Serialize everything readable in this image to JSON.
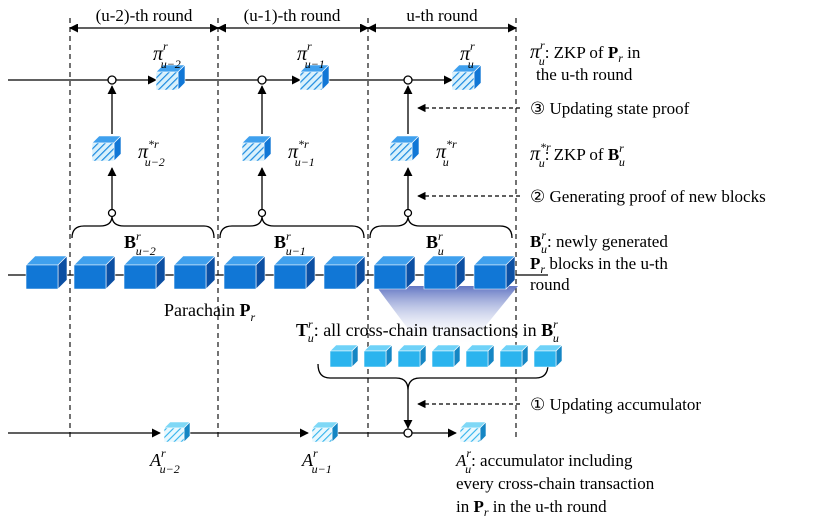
{
  "rounds": [
    {
      "label": "(u-2)-th round"
    },
    {
      "label": "(u-1)-th round"
    },
    {
      "label": "u-th round"
    }
  ],
  "state_proofs": [
    {
      "sym": "π",
      "sup": "r",
      "sub": "u−2"
    },
    {
      "sym": "π",
      "sup": "r",
      "sub": "u−1"
    },
    {
      "sym": "π",
      "sup": "r",
      "sub": "u"
    }
  ],
  "block_proofs": [
    {
      "sym": "π",
      "sup": "*r",
      "sub": "u−2"
    },
    {
      "sym": "π",
      "sup": "*r",
      "sub": "u−1"
    },
    {
      "sym": "π",
      "sup": "*r",
      "sub": "u"
    }
  ],
  "block_sets": [
    {
      "sym": "B",
      "sup": "r",
      "sub": "u−2"
    },
    {
      "sym": "B",
      "sup": "r",
      "sub": "u−1"
    },
    {
      "sym": "B",
      "sup": "r",
      "sub": "u"
    }
  ],
  "accumulators": [
    {
      "sym": "A",
      "sup": "r",
      "sub": "u−2"
    },
    {
      "sym": "A",
      "sup": "r",
      "sub": "u−1"
    },
    {
      "sym": "A",
      "sup": "r",
      "sub": "u"
    }
  ],
  "parachain_label": {
    "text": "Parachain",
    "sym": "P",
    "sub": "r"
  },
  "transactions_label": {
    "sym": "T",
    "sup": "r",
    "sub": "u",
    "text": ": all cross-chain transactions in",
    "sym2": "B",
    "sup2": "r",
    "sub2": "u"
  },
  "legend": {
    "zkp_state": {
      "text1": ": ZKP of",
      "sym": "P",
      "sub": "r",
      "text2": "in",
      "line2": "the u-th round"
    },
    "updating_state_proof": "③ Updating state proof",
    "zkp_blocks": {
      "text1": ": ZKP of"
    },
    "generating_proof": "② Generating proof of new blocks",
    "new_blocks": {
      "text1": ": newly generated",
      "line2": "blocks in the u-th",
      "line3": "round"
    },
    "updating_accumulator": "① Updating accumulator",
    "accumulator": {
      "text1": ": accumulator including",
      "line2": "every cross-chain transaction",
      "line3a": "in",
      "line3b": "in the u-th round"
    }
  },
  "colors": {
    "block": "#1177d6",
    "block_top": "#3fa0ee",
    "block_side": "#0b4fa3",
    "tx_block": "#2bb4ee",
    "tx_top": "#6fd2f8",
    "tx_side": "#1586c4",
    "accumulator": "#7fd8f6"
  }
}
